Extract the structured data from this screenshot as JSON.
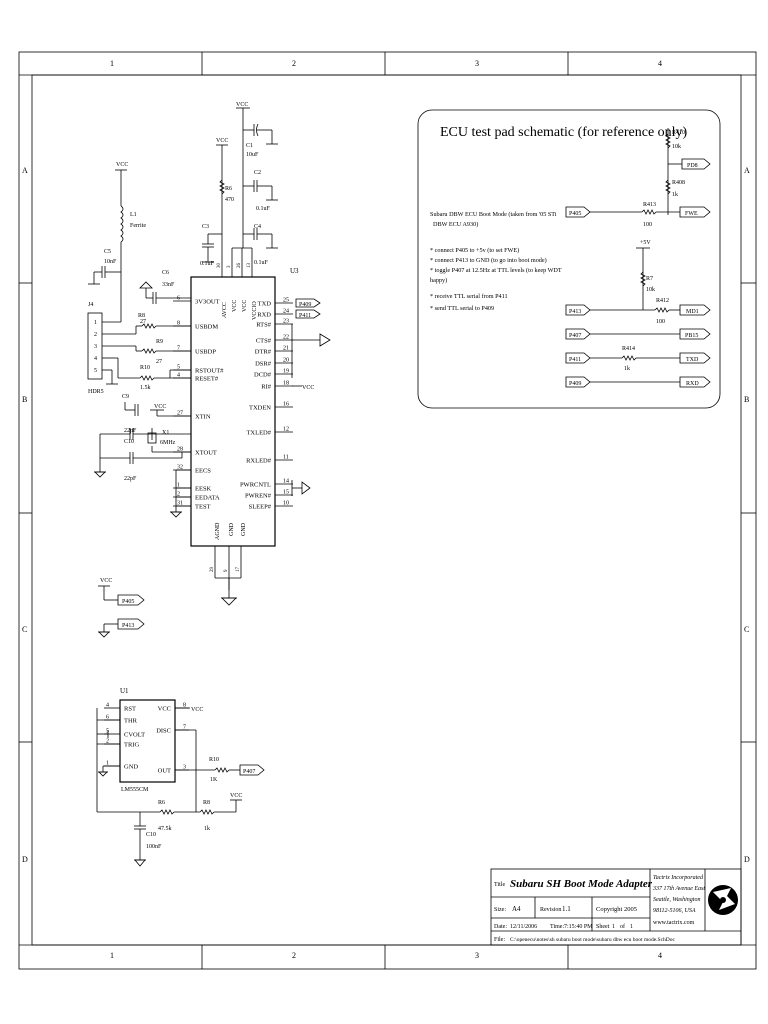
{
  "frame": {
    "columns": [
      "1",
      "2",
      "3",
      "4"
    ],
    "rows": [
      "A",
      "B",
      "C",
      "D"
    ]
  },
  "ecu_box": {
    "title": "ECU test pad schematic (for reference only)",
    "mode_note": [
      "Subaru DBW ECU Boot Mode (taken from '05 STi",
      "DBW ECU A930)"
    ],
    "instructions": [
      "* connect P405 to +5v (to set FWE)",
      "* connect P413 to GND (to go into boot mode)",
      "* toggle P407 at 12.5Hz at TTL levels (to keep WDT",
      "  happy)",
      "* receive TTL serial from P411",
      "* send TTL serial to P409"
    ],
    "resistors": [
      {
        "ref": "R410",
        "value": "10k"
      },
      {
        "ref": "R408",
        "value": "1k"
      },
      {
        "ref": "R413",
        "value": "100"
      },
      {
        "ref": "R7",
        "value": "10k"
      },
      {
        "ref": "R412",
        "value": "100"
      },
      {
        "ref": "R414",
        "value": "1k"
      }
    ],
    "supply": "+5V",
    "ports_left": [
      "P405",
      "P413",
      "P407",
      "P411",
      "P409"
    ],
    "ports_right": [
      "PD8",
      "FWE",
      "MD1",
      "PB15",
      "TXD",
      "RXD"
    ]
  },
  "u3": {
    "ref": "U3",
    "left_pins": [
      {
        "num": "6",
        "name": "3V3OUT"
      },
      {
        "num": "8",
        "name": "USBDM"
      },
      {
        "num": "7",
        "name": "USBDP"
      },
      {
        "num": "5",
        "name": "RSTOUT#"
      },
      {
        "num": "4",
        "name": "RESET#"
      },
      {
        "num": "27",
        "name": "XTIN"
      },
      {
        "num": "28",
        "name": "XTOUT"
      },
      {
        "num": "32",
        "name": "EECS"
      },
      {
        "num": "1",
        "name": "EESK"
      },
      {
        "num": "2",
        "name": "EEDATA"
      },
      {
        "num": "31",
        "name": "TEST"
      }
    ],
    "right_pins": [
      {
        "num": "25",
        "name": "TXD"
      },
      {
        "num": "24",
        "name": "RXD"
      },
      {
        "num": "23",
        "name": "RTS#"
      },
      {
        "num": "22",
        "name": "CTS#"
      },
      {
        "num": "21",
        "name": "DTR#"
      },
      {
        "num": "20",
        "name": "DSR#"
      },
      {
        "num": "19",
        "name": "DCD#"
      },
      {
        "num": "18",
        "name": "RI#"
      },
      {
        "num": "16",
        "name": "TXDEN"
      },
      {
        "num": "12",
        "name": "TXLED#"
      },
      {
        "num": "11",
        "name": "RXLED#"
      },
      {
        "num": "14",
        "name": "PWRCNTL"
      },
      {
        "num": "15",
        "name": "PWREN#"
      },
      {
        "num": "10",
        "name": "SLEEP#"
      }
    ],
    "top_pins": [
      "AVCC",
      "VCC",
      "VCC",
      "VCCIO"
    ],
    "top_pin_nums": [
      "30",
      "3",
      "26",
      "13"
    ],
    "bottom_pins": [
      "AGND",
      "GND",
      "GND"
    ],
    "bottom_pin_nums": [
      "29",
      "9",
      "17"
    ]
  },
  "nets": {
    "vcc": "VCC",
    "p409": "P409",
    "p411": "P411",
    "p405": "P405",
    "p413": "P413",
    "p407": "P407"
  },
  "parts": {
    "c1": {
      "ref": "C1",
      "value": "10uF"
    },
    "c2": {
      "ref": "C2",
      "value": "0.1uF"
    },
    "c3": {
      "ref": "C3",
      "value": "0.1uF"
    },
    "c4": {
      "ref": "C4",
      "value": "0.1uF"
    },
    "c5": {
      "ref": "C5",
      "value": "10nF"
    },
    "c6": {
      "ref": "C6",
      "value": "33nF"
    },
    "c9": {
      "ref": "C9",
      "value": "22pF"
    },
    "c10": {
      "ref": "C10",
      "value": "22pF"
    },
    "c10b": {
      "ref": "C10",
      "value": "100nF"
    },
    "r6": {
      "ref": "R6",
      "value": "470"
    },
    "r8": {
      "ref": "R8",
      "value": "27"
    },
    "r9": {
      "ref": "R9",
      "value": "27"
    },
    "r10": {
      "ref": "R10",
      "value": "1.5k"
    },
    "r6b": {
      "ref": "R6",
      "value": "47.5k"
    },
    "r8b": {
      "ref": "R8",
      "value": "1k"
    },
    "r10b": {
      "ref": "R10",
      "value": "1K"
    },
    "l1": {
      "ref": "L1",
      "value": "Ferrite"
    },
    "x1": {
      "ref": "X1",
      "value": "6MHz"
    },
    "j4": {
      "ref": "J4",
      "value": "HDR5"
    },
    "j4_pins": [
      "1",
      "2",
      "3",
      "4",
      "5"
    ]
  },
  "u1": {
    "ref": "U1",
    "part": "LM555CM",
    "left_pins": [
      {
        "num": "4",
        "name": "RST"
      },
      {
        "num": "6",
        "name": "THR"
      },
      {
        "num": "5",
        "name": "CVOLT"
      },
      {
        "num": "2",
        "name": "TRIG"
      },
      {
        "num": "1",
        "name": "GND"
      }
    ],
    "right_pins": [
      {
        "num": "8",
        "name": "VCC"
      },
      {
        "num": "7",
        "name": "DISC"
      },
      {
        "num": "3",
        "name": "OUT"
      }
    ]
  },
  "title_block": {
    "title_label": "Title",
    "title": "Subaru SH Boot Mode Adapter",
    "size_label": "Size:",
    "size": "A4",
    "revision_label": "Revision",
    "revision": "1.1",
    "copyright": "Copyright 2005",
    "date_label": "Date:",
    "date": "12/11/2006",
    "time_label": "Time:",
    "time": "7:15:40 PM",
    "sheet_label": "Sheet",
    "sheet": "1",
    "sheet_of": "of",
    "sheet_total": "1",
    "file_label": "File:",
    "file": "C:\\openecu\\notes\\sh subaru boot mode\\subaru dbw ecu boot mode.SchDoc",
    "company": [
      "Tactrix Incorporated",
      "337 17th Avenue East",
      "Seattle, Washington",
      "98112-5106, USA",
      "www.tactrix.com"
    ]
  }
}
